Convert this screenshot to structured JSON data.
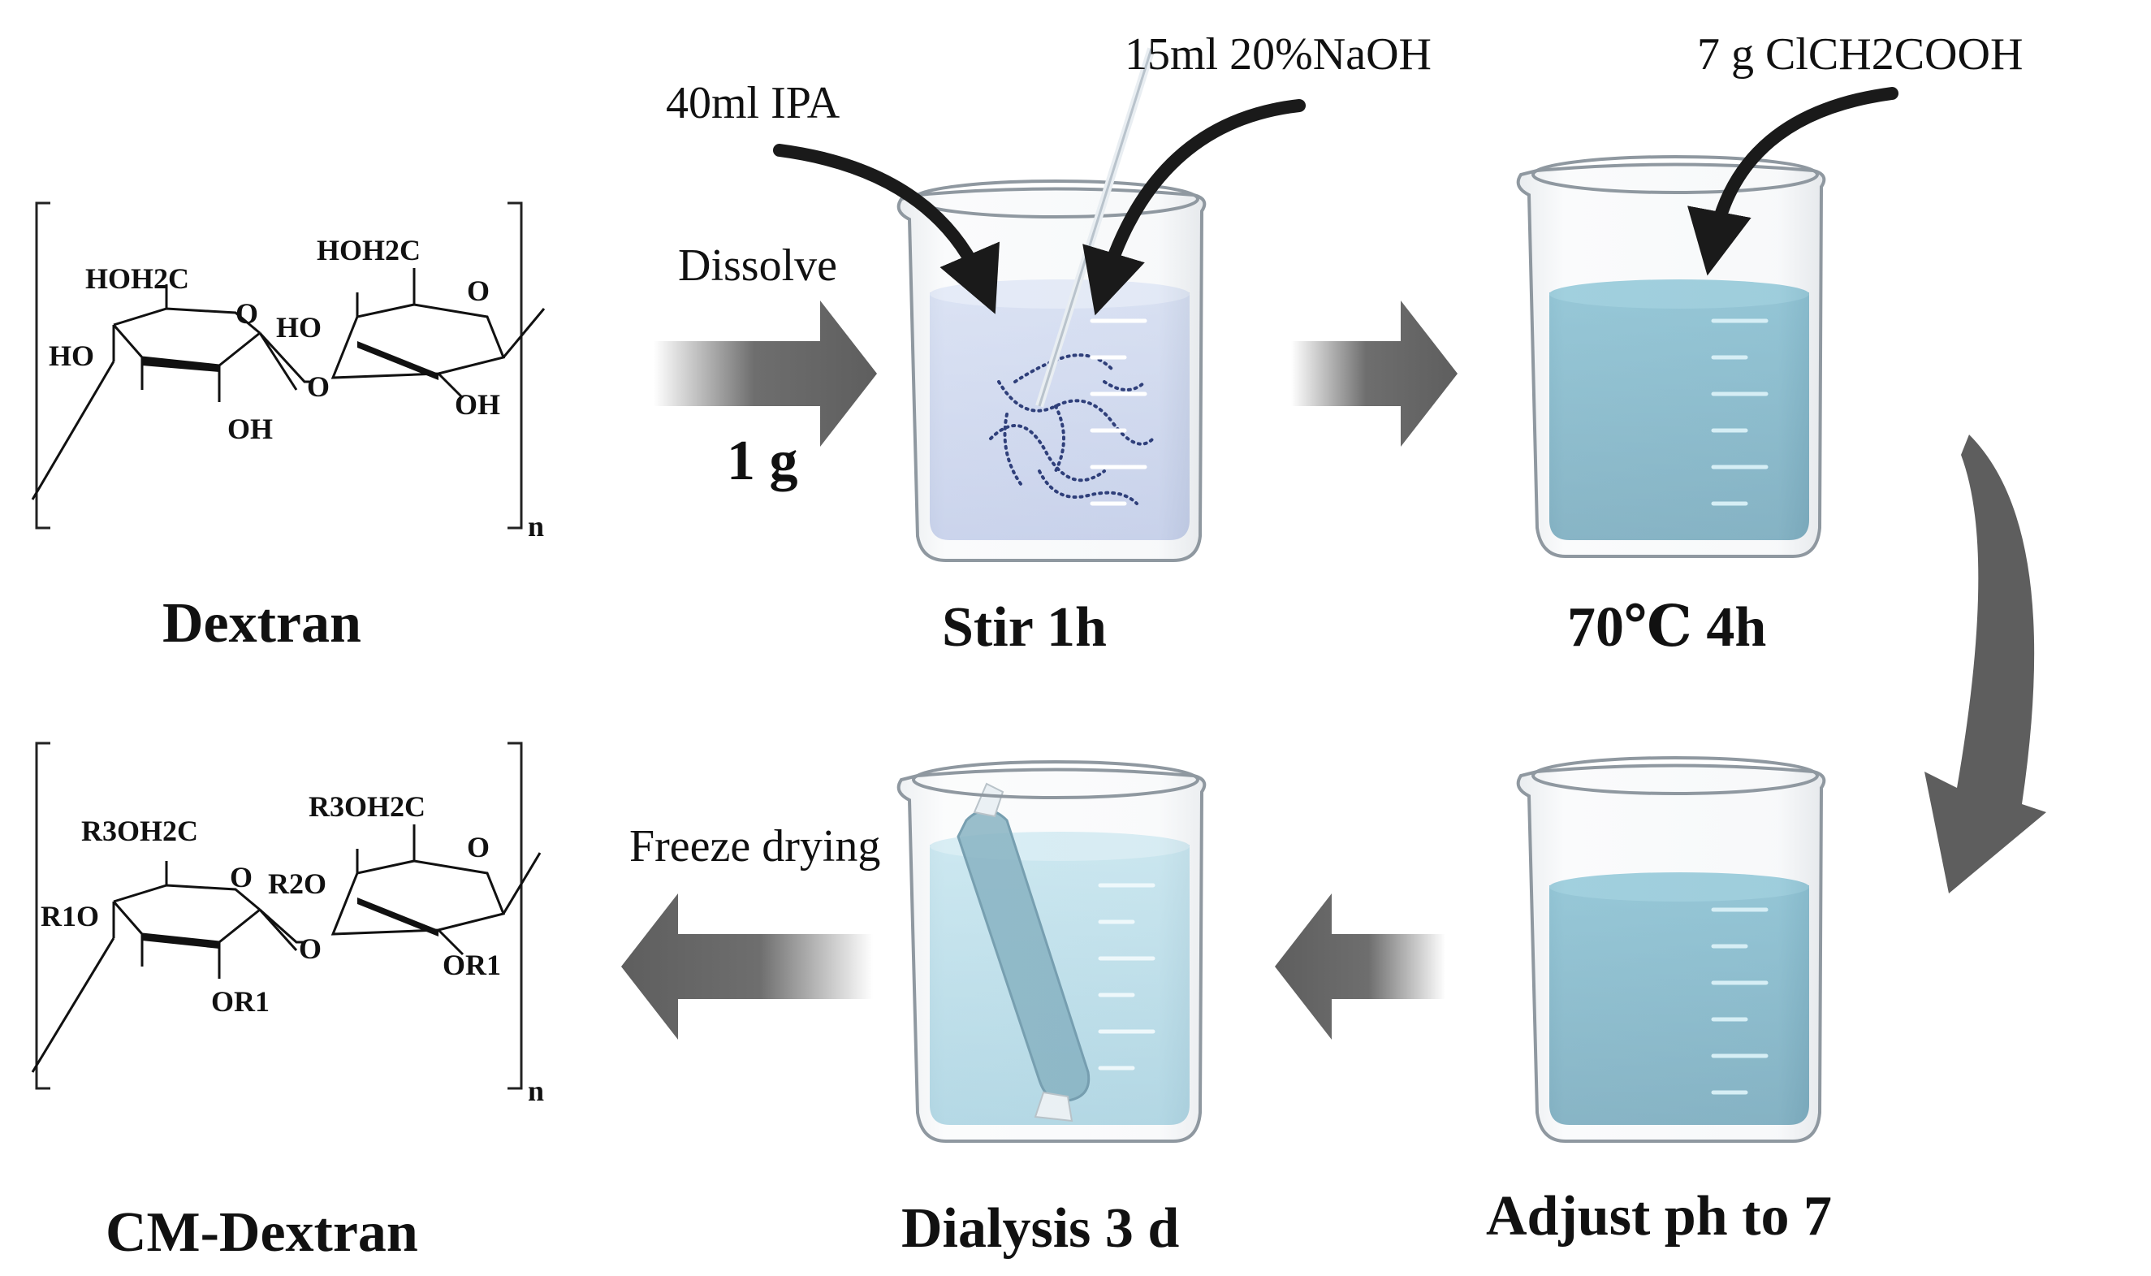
{
  "reactants": {
    "dextran": {
      "label": "Dextran",
      "ring1": {
        "ch2": "HOH2C",
        "ho_top": "HO",
        "oh_bottom": "OH",
        "ring_o": "O"
      },
      "ring2": {
        "ch2": "HOH2C",
        "ho_top": "HO",
        "oh_bottom": "OH",
        "ring_o": "O"
      },
      "bridge_o": "O",
      "repeat": "n"
    },
    "cm_dextran": {
      "label": "CM-Dextran",
      "ring1": {
        "ch2": "R3OH2C",
        "side": "R1O",
        "bottom": "OR1",
        "ring_o": "O"
      },
      "ring2": {
        "ch2": "R3OH2C",
        "side": "R2O",
        "bottom": "OR1",
        "ring_o": "O"
      },
      "bridge_o": "O",
      "repeat": "n"
    }
  },
  "arrows": {
    "dissolve": {
      "top": "Dissolve",
      "bottom": "1 g"
    },
    "freeze": {
      "top": "Freeze drying"
    }
  },
  "additions": {
    "ipa": "40ml IPA",
    "naoh": "15ml 20%NaOH",
    "clch2cooh": "7 g ClCH2COOH"
  },
  "steps": {
    "stir": "Stir 1h",
    "heat": "70℃ 4h",
    "adjust": "Adjust ph to 7",
    "dialysis": "Dialysis 3 d"
  },
  "colors": {
    "arrow": "#5e5e5e",
    "beaker_glass": "#d7dde2",
    "solution_light": "#b9c7ea",
    "solution_teal": "#3f93ae",
    "dialysis_water": "#a9d8e6"
  }
}
